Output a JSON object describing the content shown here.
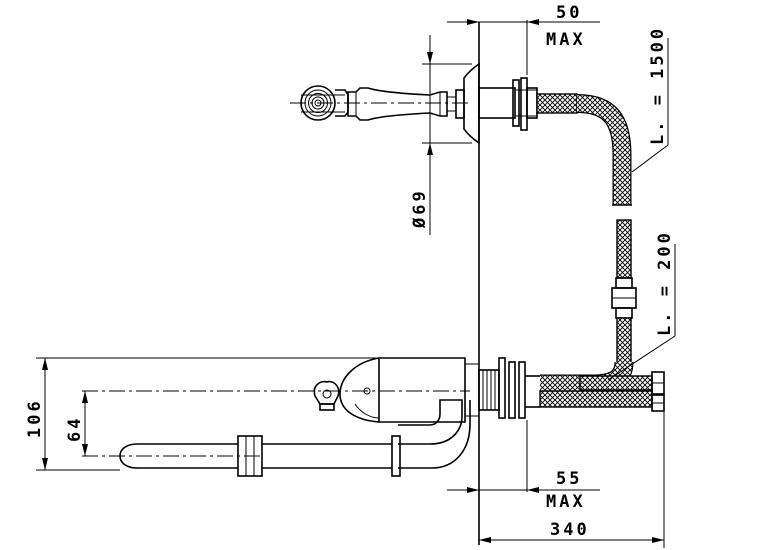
{
  "dimensions": {
    "top_offset_value": "50",
    "top_offset_unit": "MAX",
    "bottom_offset_value": "55",
    "bottom_offset_unit": "MAX",
    "overall_length": "340",
    "rosette_diameter": "Ø69",
    "long_hose_length": "L. = 1500",
    "short_hose_length": "L. = 200",
    "body_height": "106",
    "spout_axis_height": "64"
  }
}
